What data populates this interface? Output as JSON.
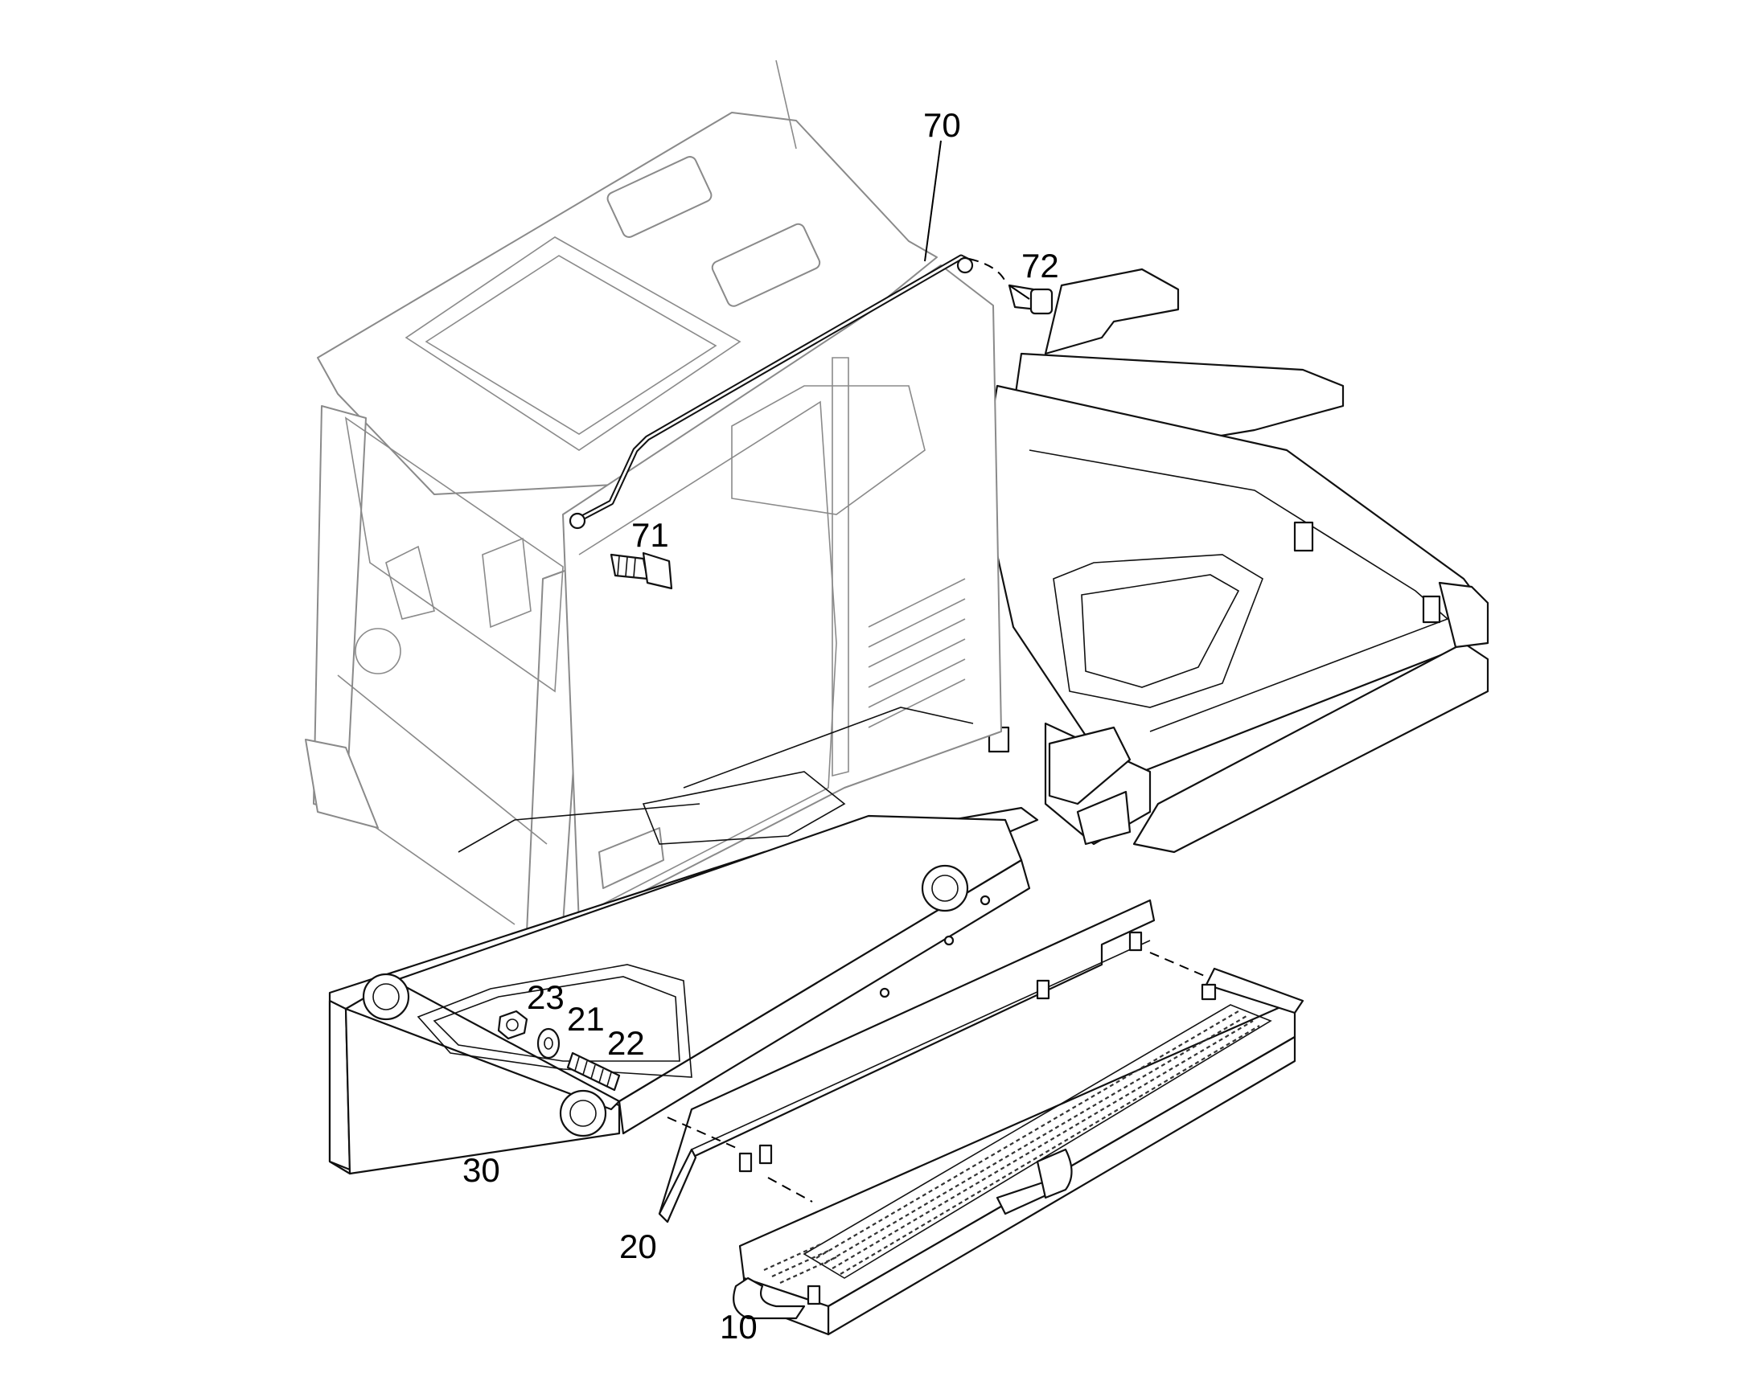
{
  "diagram": {
    "callouts": [
      {
        "id": "70",
        "label": "70"
      },
      {
        "id": "72",
        "label": "72"
      },
      {
        "id": "71",
        "label": "71"
      },
      {
        "id": "23",
        "label": "23"
      },
      {
        "id": "21",
        "label": "21"
      },
      {
        "id": "22",
        "label": "22"
      },
      {
        "id": "30",
        "label": "30"
      },
      {
        "id": "20",
        "label": "20"
      },
      {
        "id": "10",
        "label": "10"
      }
    ]
  }
}
